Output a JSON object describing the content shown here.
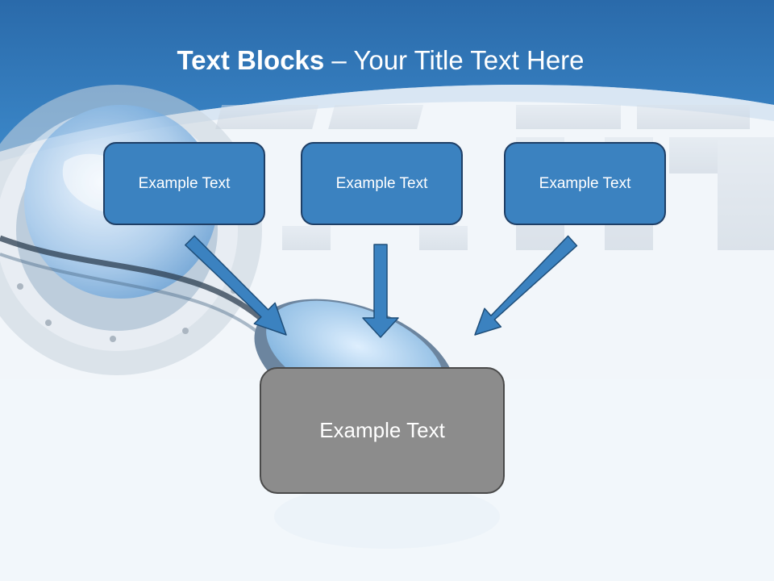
{
  "title": {
    "bold": "Text Blocks",
    "separator": " – ",
    "rest": "Your Title Text Here"
  },
  "blocks": [
    {
      "label": "Example Text"
    },
    {
      "label": "Example Text"
    },
    {
      "label": "Example Text"
    }
  ],
  "center_block": {
    "label": "Example Text"
  },
  "colors": {
    "header_blue": "#2f74b5",
    "block_fill": "#3b82c0",
    "block_border": "#1f3f66",
    "arrow_fill": "#3b82c0",
    "center_fill": "#8c8c8c",
    "center_border": "#4a4a4a"
  }
}
